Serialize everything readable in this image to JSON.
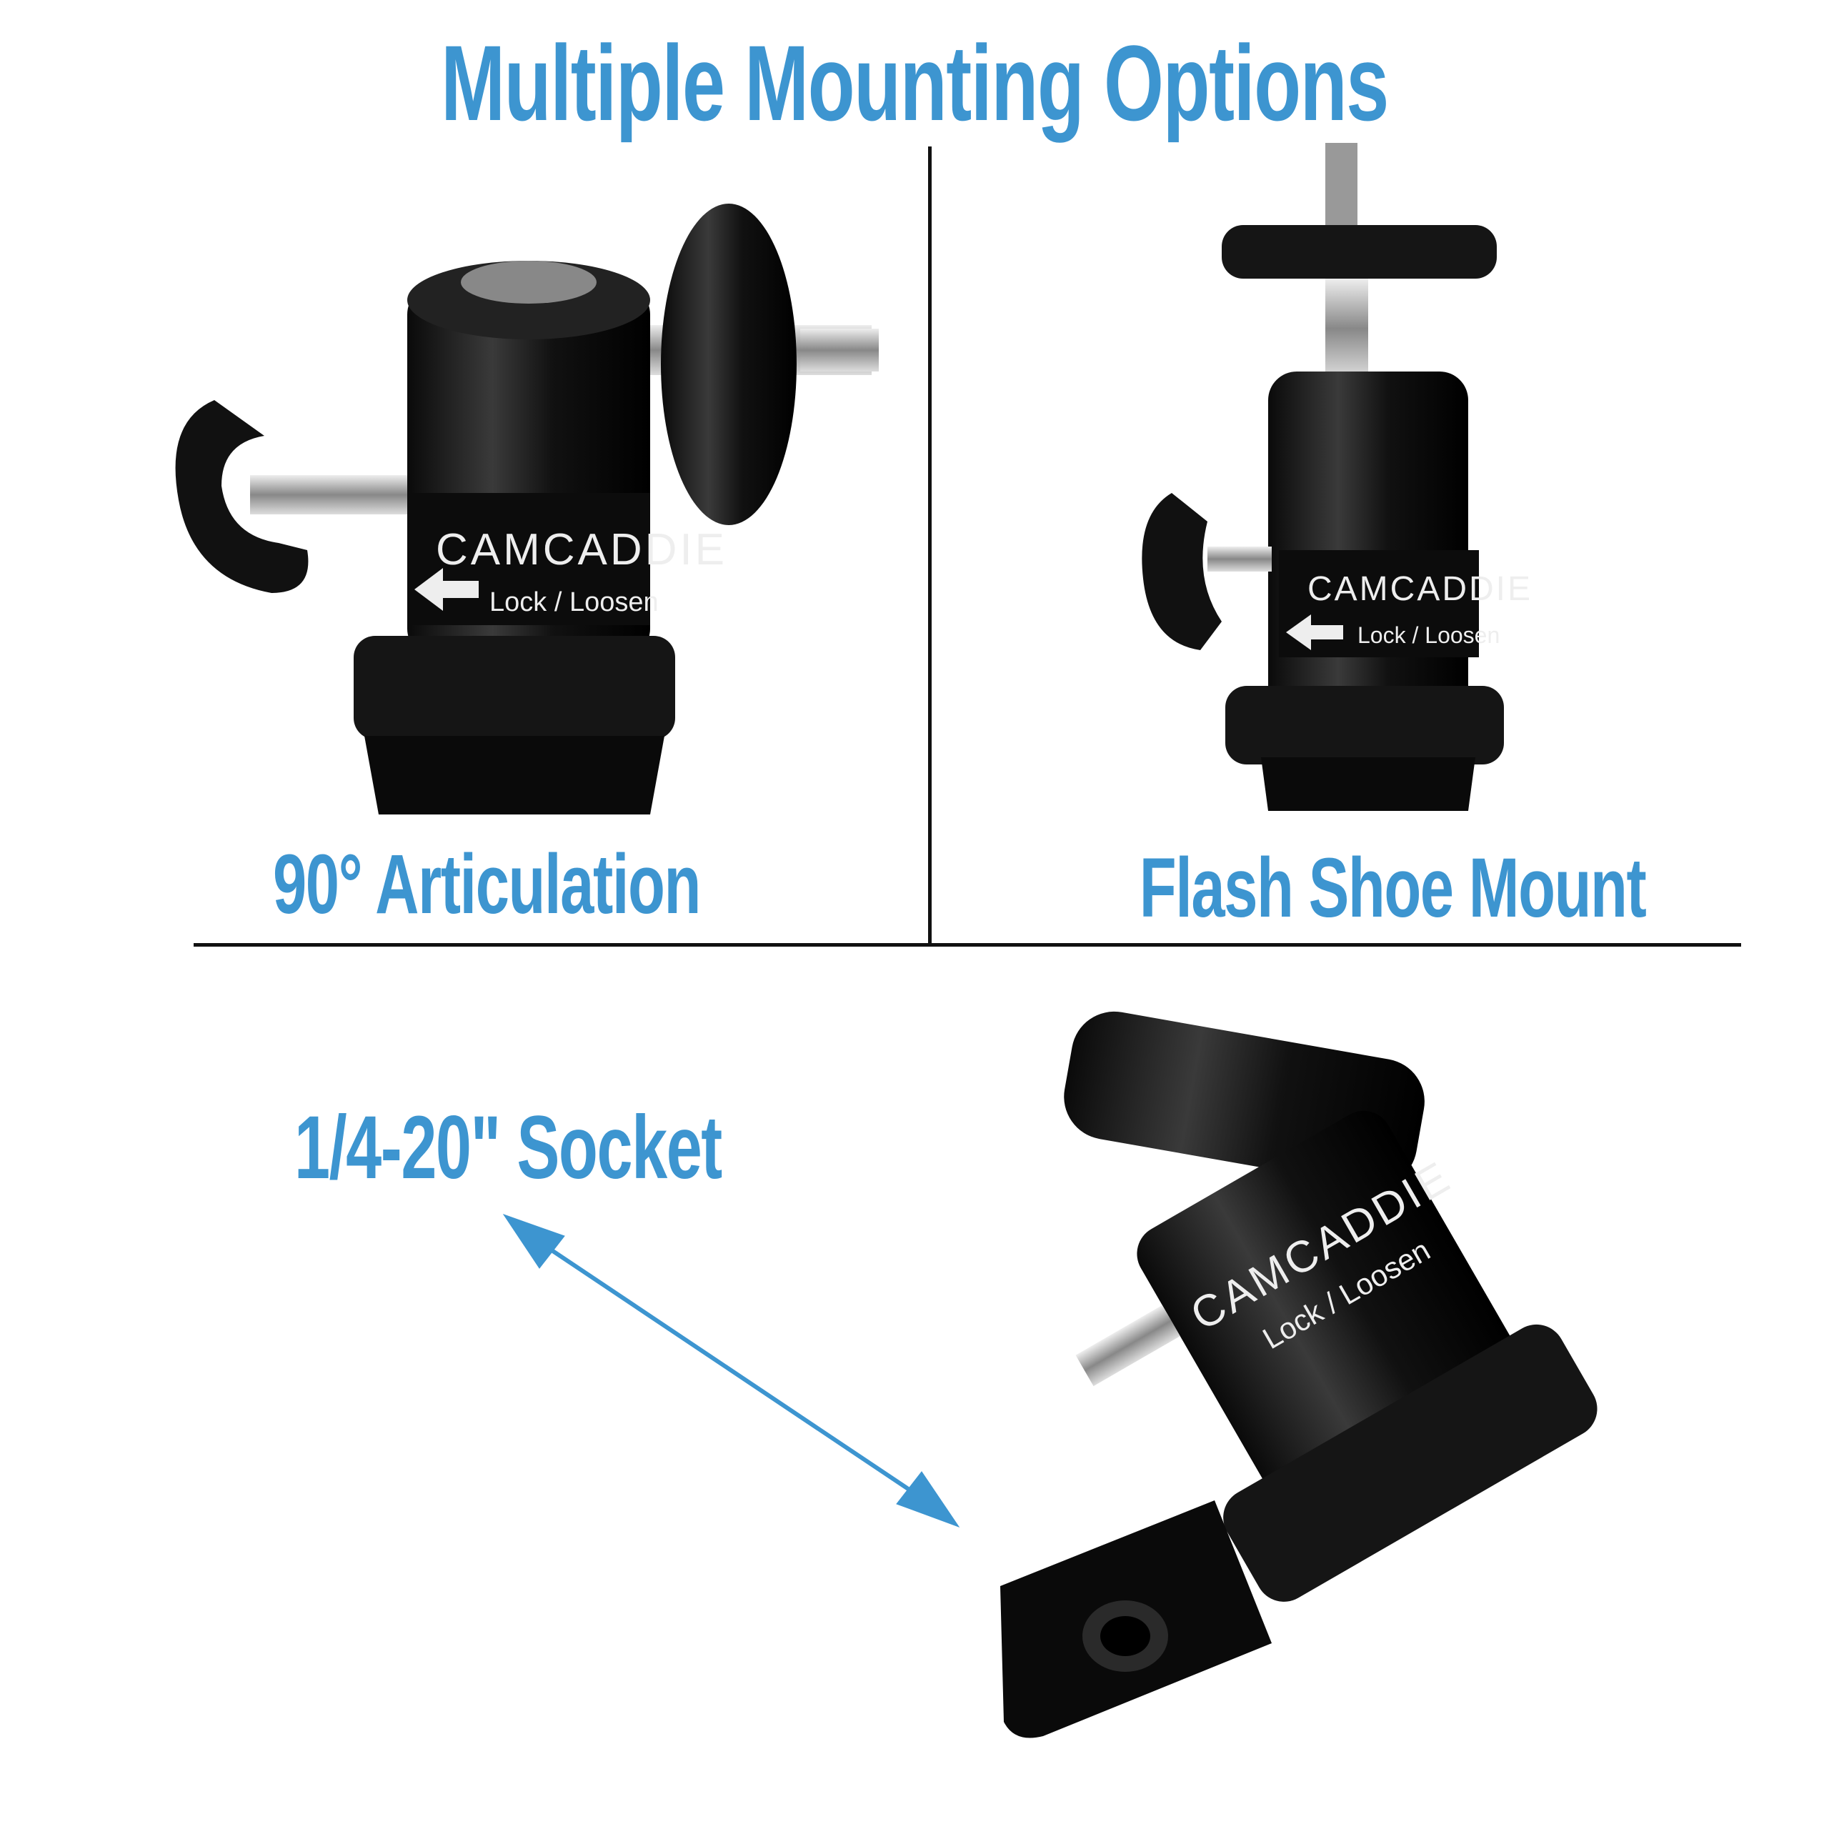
{
  "title": "Multiple Mounting Options",
  "panels": [
    {
      "label": "90° Articulation"
    },
    {
      "label": "Flash Shoe Mount"
    },
    {
      "label": "1/4-20\" Socket"
    }
  ],
  "product": {
    "brand": "CamCaddie",
    "label": "Lock / Loosen"
  },
  "colors": {
    "accent": "#3d95d0",
    "divider": "#111111",
    "product": "#141414"
  }
}
